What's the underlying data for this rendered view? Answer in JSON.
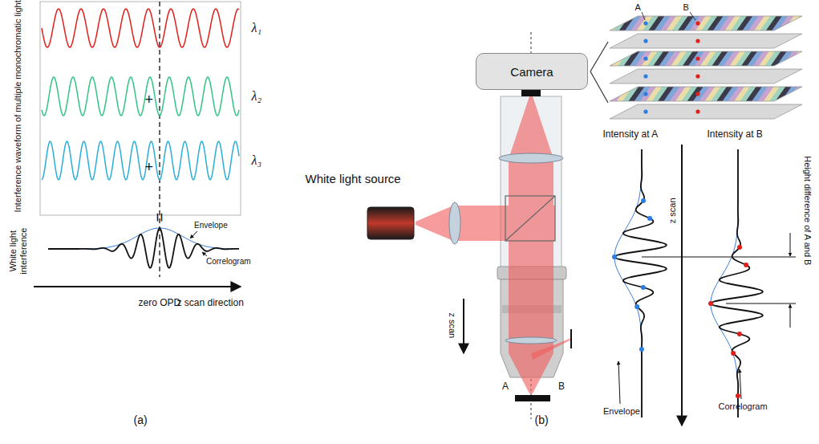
{
  "diagram": {
    "nodes": [
      {
        "text": [
          "Camera"
        ]
      }
    ],
    "labels": [
      "Interference waveform of multiple monochromatic light",
      "λ₁",
      "λ₂",
      "λ₃",
      "+",
      "+",
      "=",
      "White light interference",
      "Envelope",
      "Correlogram",
      "zero OPD",
      "z scan direction",
      "(a)",
      "White light source",
      "A",
      "B",
      "Intensity at A",
      "Intensity at B",
      "z scan",
      "Height difference of A and B",
      "Envelope",
      "Correlogram",
      "z scan",
      "A",
      "B",
      "(b)"
    ]
  }
}
